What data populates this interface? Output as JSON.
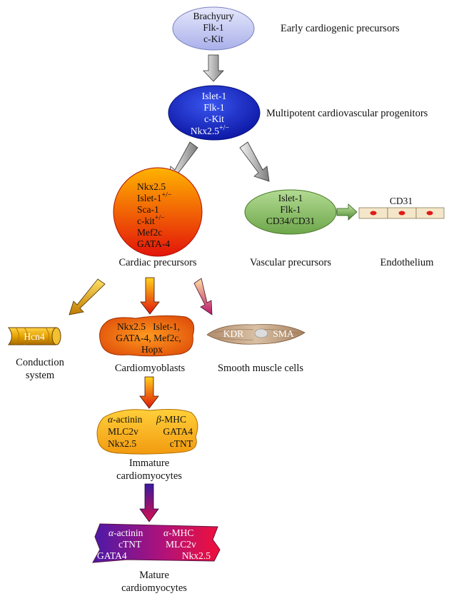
{
  "stages": {
    "early": {
      "markers": [
        "Brachyury",
        "Flk-1",
        "c-Kit"
      ],
      "label": "Early cardiogenic precursors"
    },
    "multipotent": {
      "markers": [
        "Islet-1",
        "Flk-1",
        "c-Kit",
        "Nkx2.5"
      ],
      "nkx_superscript": "+/−",
      "label": "Multipotent cardiovascular progenitors"
    },
    "cardiac": {
      "markers": [
        "Nkx2.5",
        "Islet-1",
        "Sca-1",
        "c-kit",
        "Mef2c",
        "GATA-4"
      ],
      "islet_superscript": "+/−",
      "ckit_superscript": "+/−",
      "label": "Cardiac precursors"
    },
    "vascular": {
      "markers": [
        "Islet-1",
        "Flk-1",
        "CD34/CD31"
      ],
      "label": "Vascular precursors"
    },
    "endothelium": {
      "marker": "CD31",
      "label": "Endothelium"
    },
    "conduction": {
      "marker": "Hcn4",
      "label_line1": "Conduction",
      "label_line2": "system"
    },
    "cardiomyoblasts": {
      "line1": "Nkx2.5   Islet-1,",
      "line2": "GATA-4, Mef2c,",
      "line3": "Hopx",
      "label": "Cardiomyoblasts"
    },
    "smooth_muscle": {
      "marker_left": "KDR",
      "marker_right": "SMA",
      "label": "Smooth muscle cells"
    },
    "immature": {
      "row1_left": "actinin",
      "row1_left_greek": "α-",
      "row1_right": "MHC",
      "row1_right_greek": "β-",
      "row2_left": "MLC2v",
      "row2_right": "GATA4",
      "row3_left": "Nkx2.5",
      "row3_right": "cTNT",
      "label_line1": "Immature",
      "label_line2": "cardiomyocytes"
    },
    "mature": {
      "row1_left": "actinin",
      "row1_left_greek": "α-",
      "row1_right": "MHC",
      "row1_right_greek": "α-",
      "row2_left": "cTNT",
      "row2_right": "MLC2v",
      "row3_left": "GATA4",
      "row3_right": "Nkx2.5",
      "label_line1": "Mature",
      "label_line2": "cardiomyocytes"
    }
  },
  "colors": {
    "early": "#b9bfef",
    "multipotent": "#1f2fc8",
    "cardiac_top": "#ffb000",
    "cardiac_bottom": "#e8160a",
    "vascular": "#8cc26a",
    "endothelium": "#f3e5c8",
    "nucleus": "#e02020",
    "conduction": "#e0a000",
    "cardiomyoblast": "#f07010",
    "smooth": "#c9a98a",
    "immature": "#f7b417",
    "mature_left": "#4a20a8",
    "mature_right": "#e8104a"
  }
}
